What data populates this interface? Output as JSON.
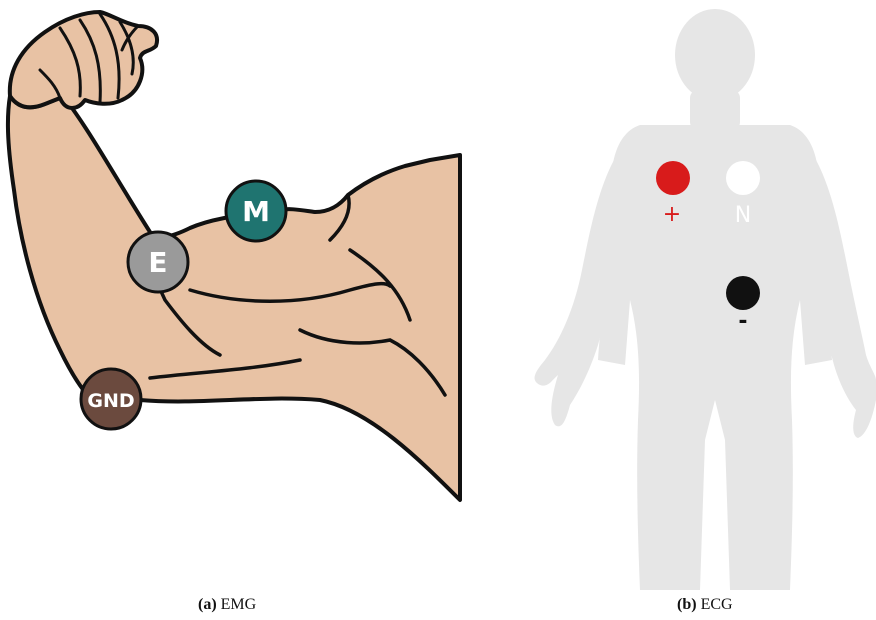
{
  "panel_a": {
    "caption_tag": "(a)",
    "caption_text": "EMG",
    "electrodes": [
      {
        "id": "M",
        "label": "M",
        "color": "#1f7470"
      },
      {
        "id": "E",
        "label": "E",
        "color": "#9a9a9a"
      },
      {
        "id": "GND",
        "label": "GND",
        "color": "#6b4a3e"
      }
    ],
    "skin_color": "#e8c2a4"
  },
  "panel_b": {
    "caption_tag": "(b)",
    "caption_text": "ECG",
    "silhouette_color": "#e6e6e6",
    "electrodes": [
      {
        "id": "positive",
        "label": "+",
        "color": "#d81b1b"
      },
      {
        "id": "neutral",
        "label": "N",
        "color": "#ffffff"
      },
      {
        "id": "negative",
        "label": "-",
        "color": "#111111"
      }
    ]
  }
}
